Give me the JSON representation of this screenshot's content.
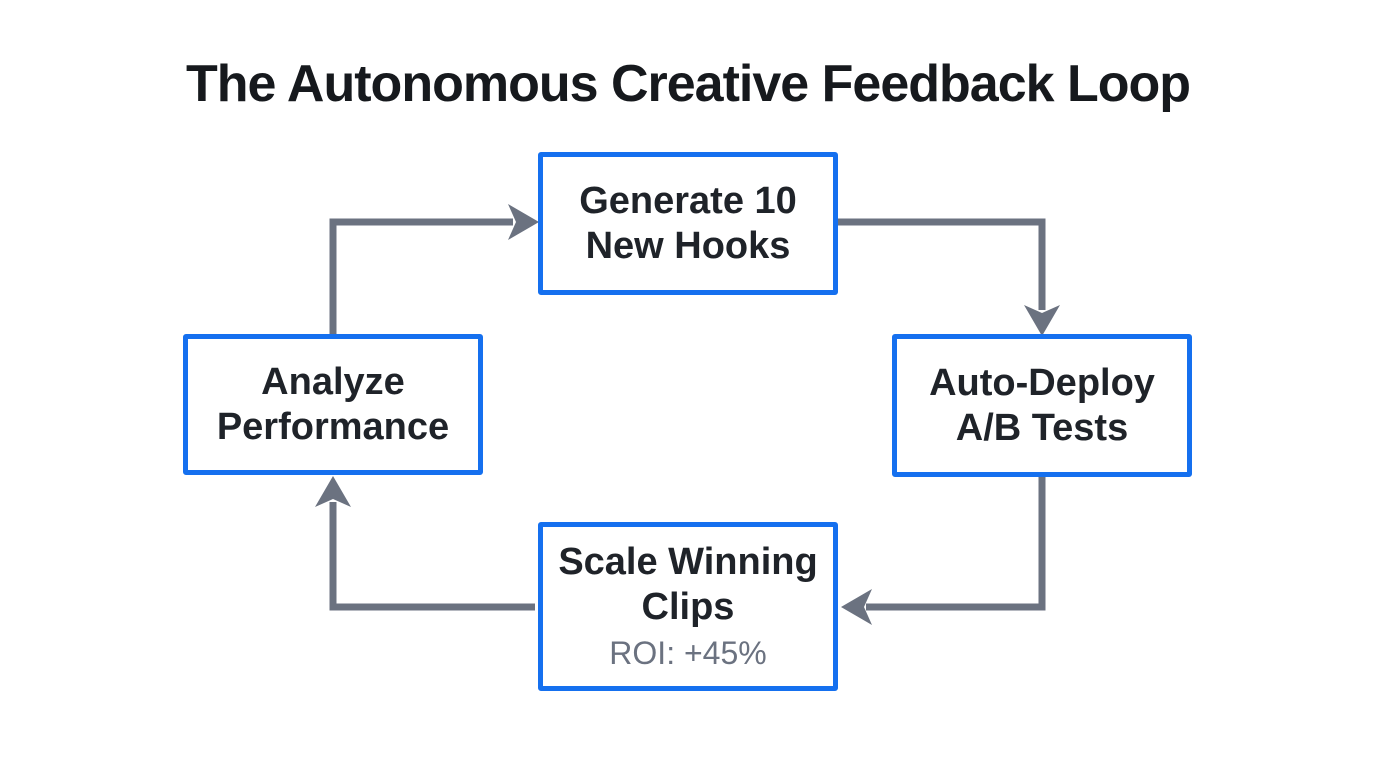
{
  "title": "The Autonomous Creative Feedback Loop",
  "colors": {
    "background": "#ffffff",
    "node_border": "#1570ef",
    "node_fill": "#ffffff",
    "node_text": "#1f2329",
    "sublabel_text": "#6b7280",
    "connector": "#6b7280",
    "title_text": "#16191d"
  },
  "nodes": [
    {
      "id": "generate-hooks",
      "position": "top",
      "label": "Generate 10\nNew Hooks"
    },
    {
      "id": "auto-deploy-ab-tests",
      "position": "right",
      "label": "Auto-Deploy\nA/B Tests"
    },
    {
      "id": "scale-winning-clips",
      "position": "bottom",
      "label": "Scale Winning\nClips",
      "sublabel": "ROI: +45%"
    },
    {
      "id": "analyze-performance",
      "position": "left",
      "label": "Analyze\nPerformance"
    }
  ],
  "edges": [
    {
      "from": "analyze-performance",
      "to": "generate-hooks"
    },
    {
      "from": "generate-hooks",
      "to": "auto-deploy-ab-tests"
    },
    {
      "from": "auto-deploy-ab-tests",
      "to": "scale-winning-clips"
    },
    {
      "from": "scale-winning-clips",
      "to": "analyze-performance"
    }
  ]
}
